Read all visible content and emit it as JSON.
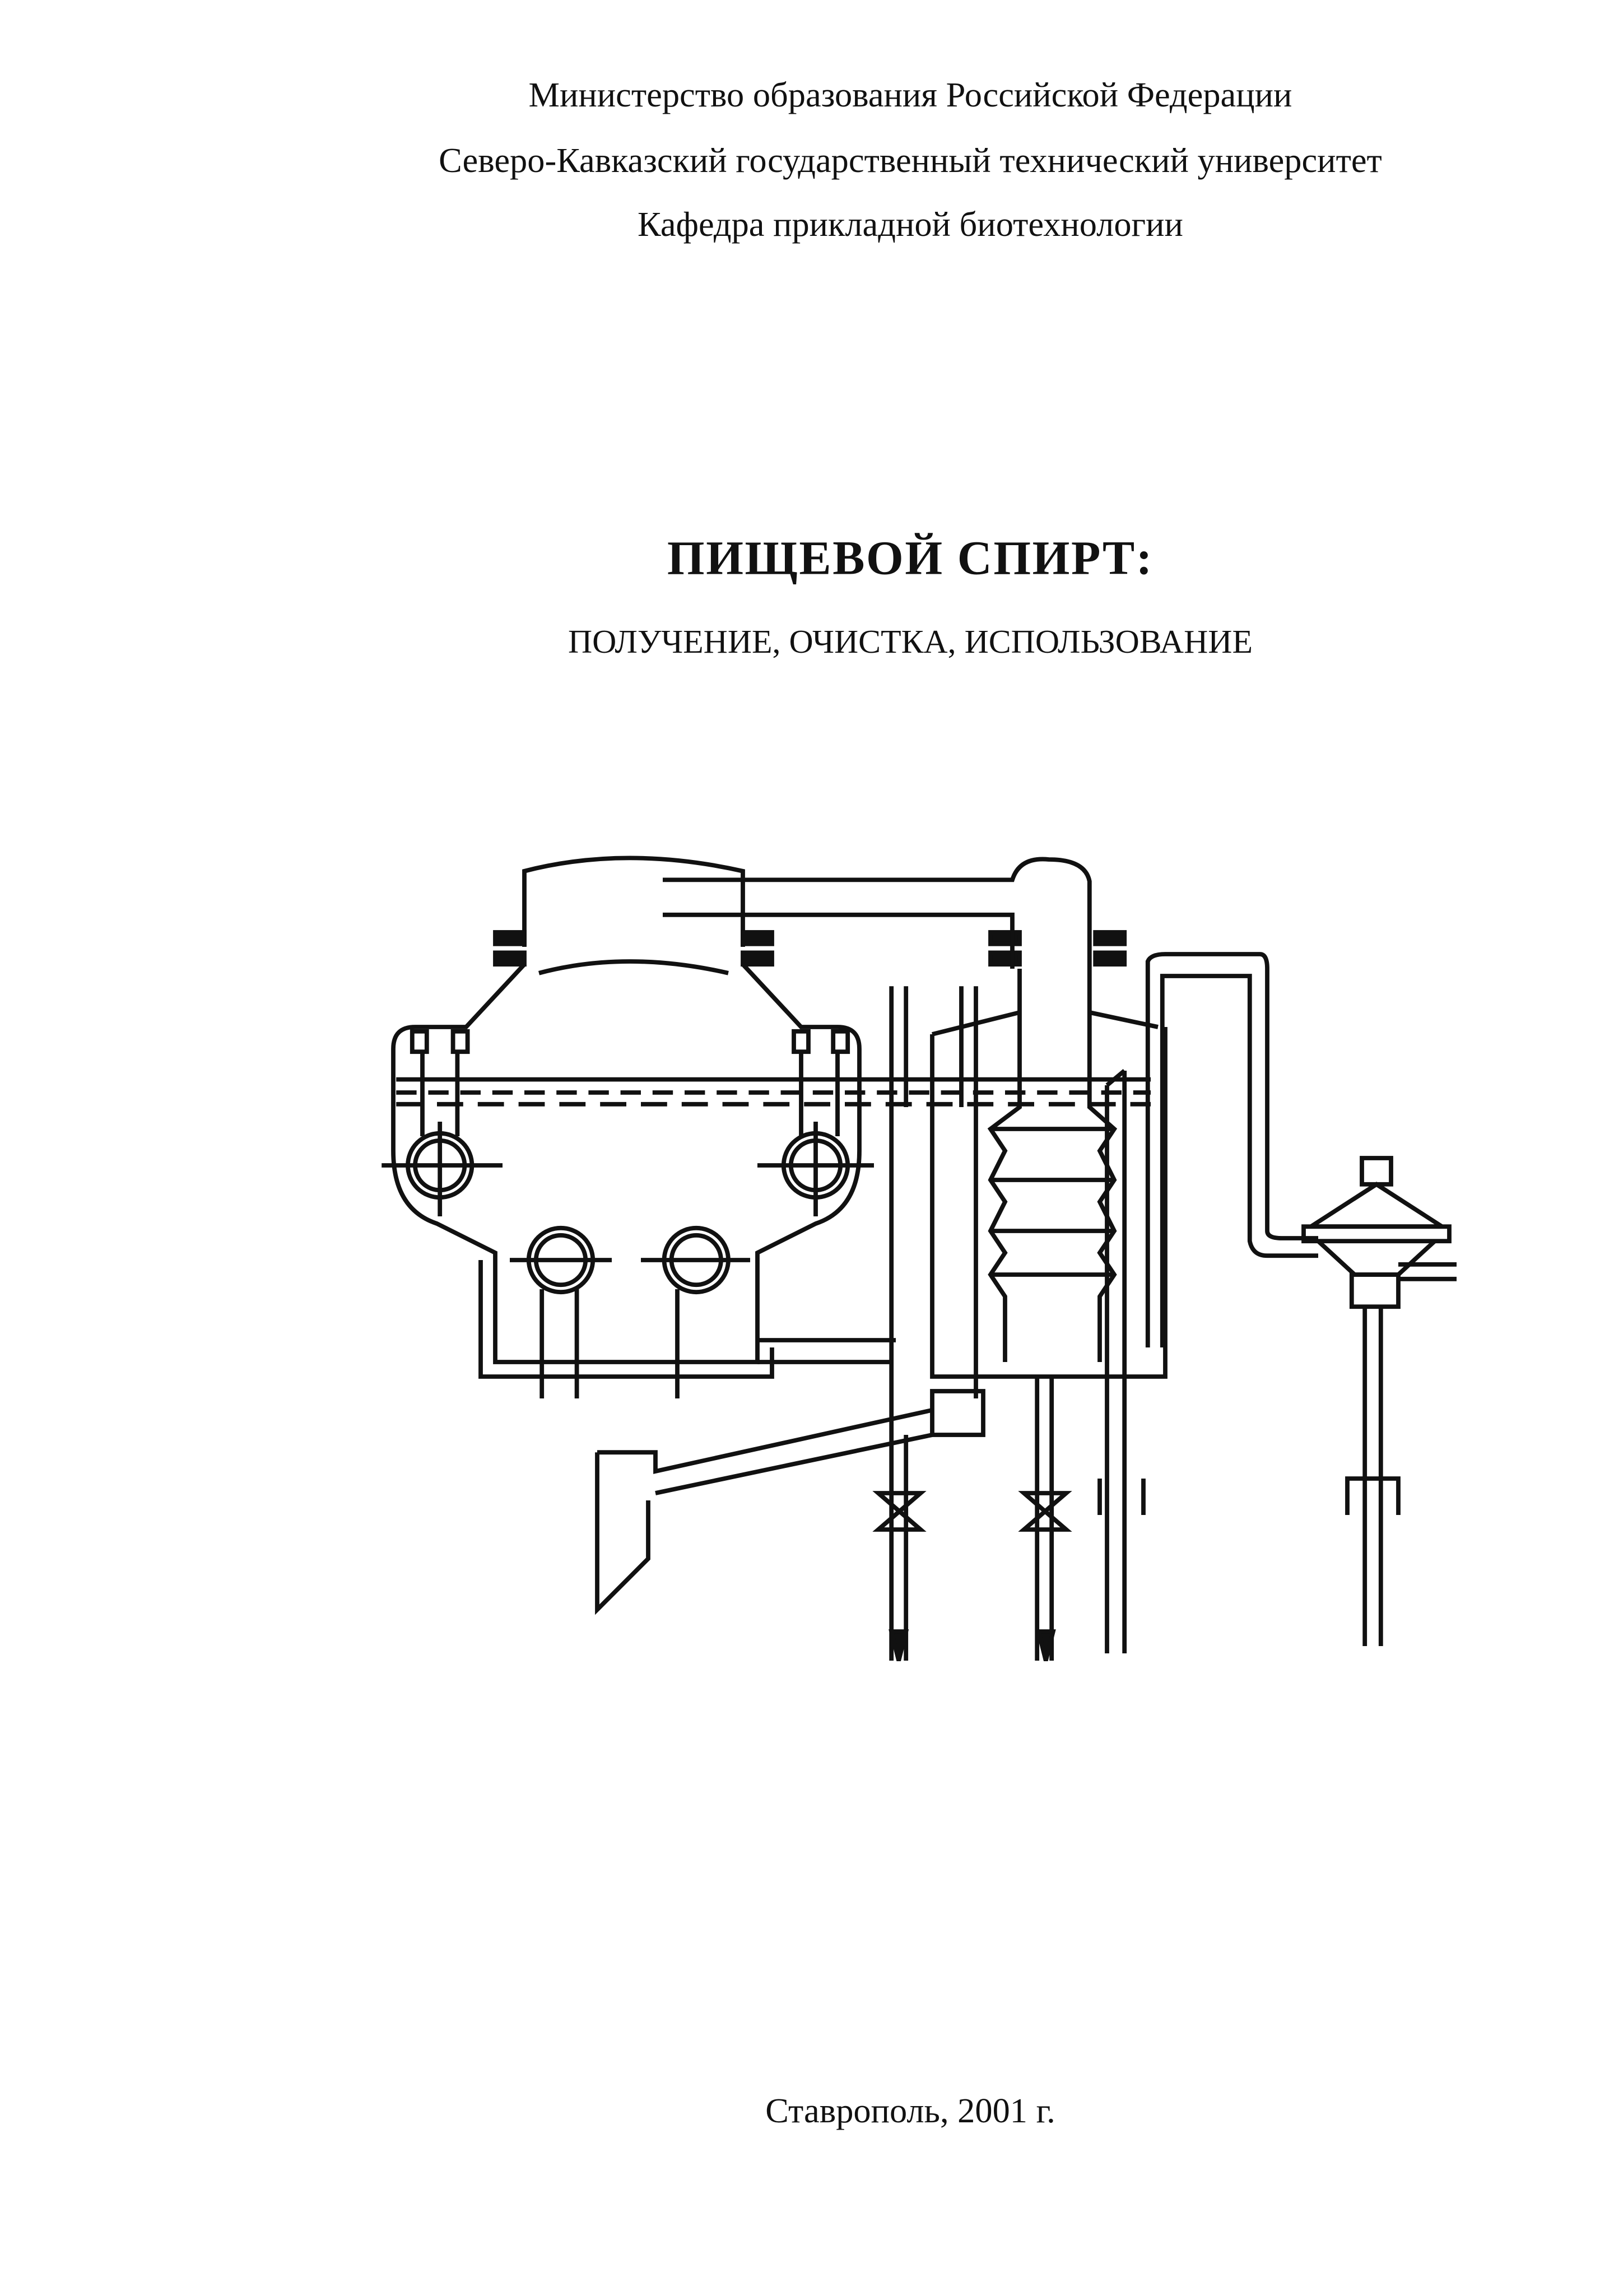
{
  "header": {
    "ministry": "Министерство образования Российской Федерации",
    "university": "Северо-Кавказский государственный технический университет",
    "department": "Кафедра прикладной биотехнологии"
  },
  "title": "ПИЩЕВОЙ СПИРТ:",
  "subtitle": "ПОЛУЧЕНИЕ, ОЧИСТКА, ИСПОЛЬЗОВАНИЕ",
  "footer": "Ставрополь, 2001 г."
}
